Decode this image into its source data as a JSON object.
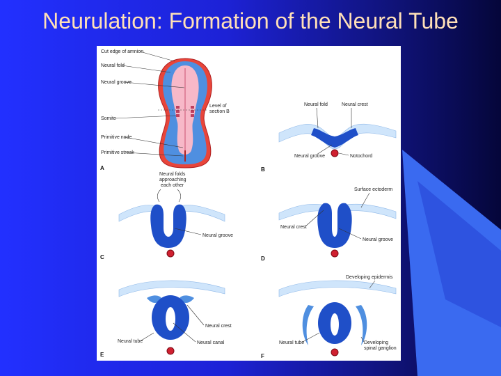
{
  "slide": {
    "title": "Neurulation: Formation of the Neural Tube"
  },
  "colors": {
    "background": "#1d22d6",
    "title": "#ffe0b8",
    "tissue_dark": "#1f4fc8",
    "tissue_light": "#cfe5fb",
    "tissue_mid": "#4f8fe0",
    "notochord": "#d02030",
    "groove_pink": "#f7b8c8"
  },
  "figure": {
    "panelA": {
      "letter": "A",
      "labels": [
        "Cut edge of amnion",
        "Neural fold",
        "Neural groove",
        "Somite",
        "Primitive node",
        "Primitive streak"
      ],
      "level_label": [
        "Level of",
        "section B"
      ]
    },
    "panelB": {
      "letter": "B",
      "labels": [
        "Neural fold",
        "Neural crest",
        "Neural groove",
        "Notochord"
      ]
    },
    "panelC": {
      "letter": "C",
      "labels": [
        "Neural folds",
        "approaching",
        "each other",
        "Neural groove"
      ]
    },
    "panelD": {
      "letter": "D",
      "labels": [
        "Surface ectoderm",
        "Neural crest",
        "Neural groove"
      ]
    },
    "panelE": {
      "letter": "E",
      "labels": [
        "Neural crest",
        "Neural tube",
        "Neural canal"
      ]
    },
    "panelF": {
      "letter": "F",
      "labels": [
        "Developing epidermis",
        "Neural tube",
        "Developing",
        "spinal ganglion"
      ]
    }
  }
}
